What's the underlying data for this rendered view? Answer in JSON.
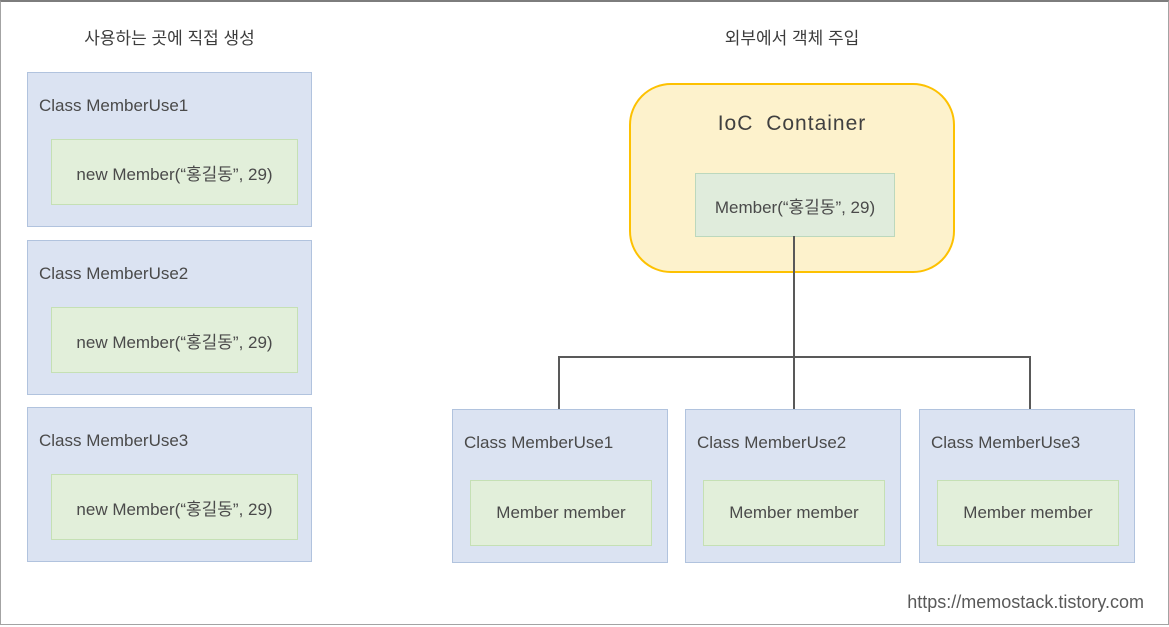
{
  "left_panel": {
    "title": "사용하는 곳에 직접 생성",
    "classes": [
      {
        "label": "Class MemberUse1",
        "code": "new Member(“홍길동”, 29)"
      },
      {
        "label": "Class MemberUse2",
        "code": "new Member(“홍길동”, 29)"
      },
      {
        "label": "Class MemberUse3",
        "code": "new Member(“홍길동”, 29)"
      }
    ]
  },
  "right_panel": {
    "title": "외부에서 객체 주입",
    "ioc_container": {
      "title": "IoC Container",
      "code": "Member(“홍길동”, 29)"
    },
    "classes": [
      {
        "label": "Class MemberUse1",
        "field": "Member member"
      },
      {
        "label": "Class MemberUse2",
        "field": "Member member"
      },
      {
        "label": "Class MemberUse3",
        "field": "Member member"
      }
    ]
  },
  "footer": {
    "url": "https://memostack.tistory.com"
  },
  "colors": {
    "class_box_fill": "#dbe3f2",
    "class_box_border": "#b1c3de",
    "member_box_fill": "#e2efda",
    "member_box_border": "#c5e0b4",
    "container_fill": "#fdf2cc",
    "container_border": "#fdc101",
    "connector": "#595959",
    "text": "#3f3f3f"
  }
}
